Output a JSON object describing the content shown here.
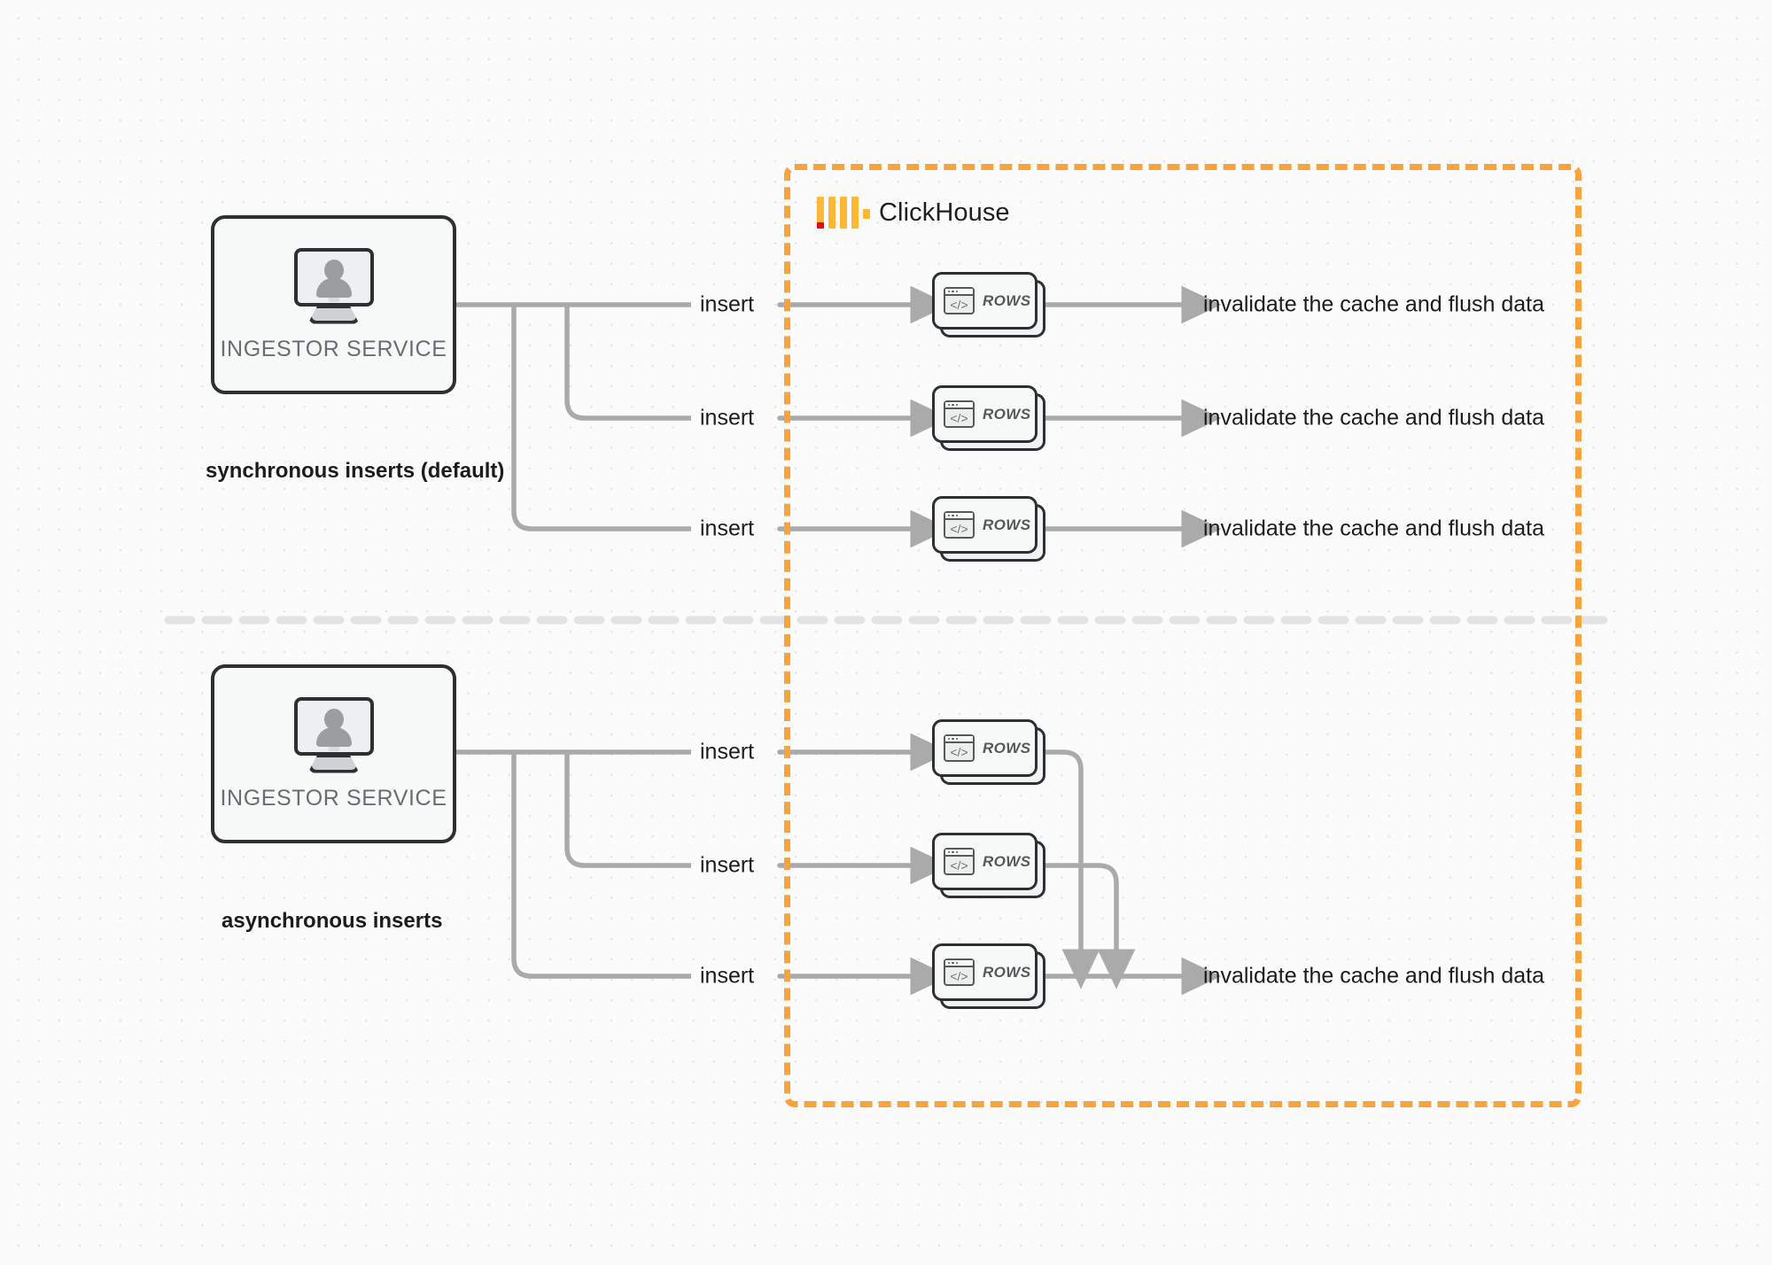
{
  "diagram": {
    "title": "ClickHouse synchronous vs asynchronous inserts",
    "background": "#fbfbfb",
    "accent_orange": "#f9a33c",
    "wire_color": "#aaaaaa",
    "divider": {
      "color": "#e3e3e3",
      "style": "dashed"
    }
  },
  "clickhouse": {
    "label": "ClickHouse",
    "logo_name": "clickhouse-logo",
    "bar_color": "#ffb734",
    "accent_color": "#ef0013",
    "border_color": "#f9a33c"
  },
  "sections": [
    {
      "id": "synchronous",
      "caption": "synchronous inserts (default)",
      "service": {
        "label": "INGESTOR SERVICE",
        "icon": "monitor-user-icon"
      },
      "rows": [
        {
          "insert_label": "insert",
          "node_label": "ROWS",
          "result_label": "invalidate the cache and flush data"
        },
        {
          "insert_label": "insert",
          "node_label": "ROWS",
          "result_label": "invalidate the cache and flush data"
        },
        {
          "insert_label": "insert",
          "node_label": "ROWS",
          "result_label": "invalidate the cache and flush data"
        }
      ]
    },
    {
      "id": "asynchronous",
      "caption": "asynchronous inserts",
      "service": {
        "label": "INGESTOR SERVICE",
        "icon": "monitor-user-icon"
      },
      "rows": [
        {
          "insert_label": "insert",
          "node_label": "ROWS"
        },
        {
          "insert_label": "insert",
          "node_label": "ROWS"
        },
        {
          "insert_label": "insert",
          "node_label": "ROWS",
          "result_label": "invalidate the cache and flush data"
        }
      ]
    }
  ],
  "icons": {
    "window_code": "</>",
    "window_dots": 3
  }
}
